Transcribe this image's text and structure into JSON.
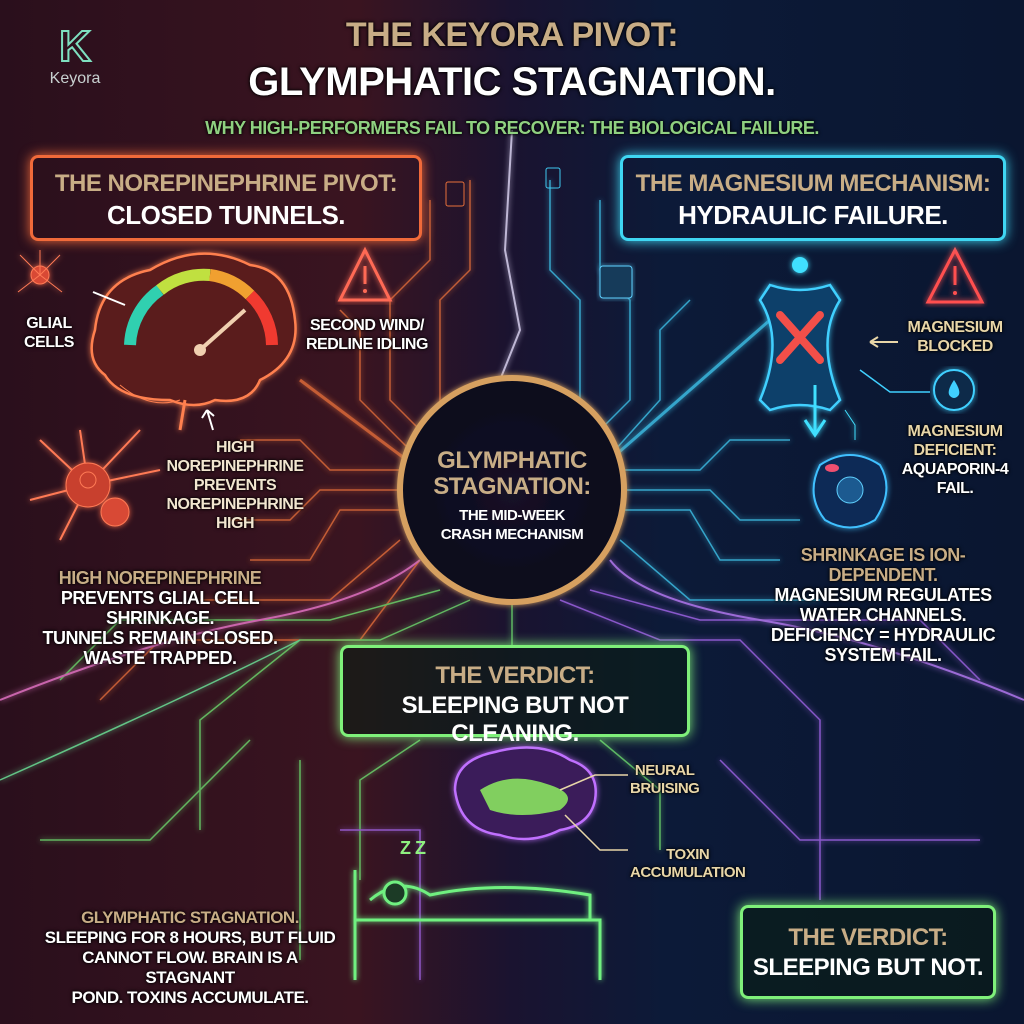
{
  "logo": {
    "mark": "K",
    "name": "Keyora"
  },
  "header": {
    "title_line1": "THE KEYORA PIVOT:",
    "title_line2": "GLYMPHATIC STAGNATION.",
    "subtitle": "WHY HIGH-PERFORMERS FAIL TO RECOVER: THE BIOLOGICAL FAILURE."
  },
  "left_panel": {
    "box_title": "THE NOREPINEPHRINE PIVOT:",
    "box_subtitle": "CLOSED TUNNELS.",
    "label_glial": [
      "GLIAL",
      "CELLS"
    ],
    "label_second_wind": [
      "SECOND WIND/",
      "REDLINE IDLING"
    ],
    "label_high": [
      "HIGH",
      "NOREPINEPHRINE",
      "PREVENTS",
      "NOREPINEPHRINE",
      "HIGH"
    ],
    "summary_title": "HIGH NOREPINEPHRINE",
    "summary_lines": [
      "PREVENTS GLIAL CELL SHRINKAGE.",
      "TUNNELS REMAIN CLOSED.",
      "WASTE TRAPPED."
    ]
  },
  "right_panel": {
    "box_title": "THE MAGNESIUM MECHANISM:",
    "box_subtitle": "HYDRAULIC FAILURE.",
    "label_blocked": [
      "MAGNESIUM",
      "BLOCKED"
    ],
    "label_deficient": [
      "MAGNESIUM",
      "DEFICIENT:",
      "AQUAPORIN-4",
      "FAIL."
    ],
    "summary_title": "SHRINKAGE IS ION-DEPENDENT.",
    "summary_lines": [
      "MAGNESIUM REGULATES",
      "WATER CHANNELS.",
      "DEFICIENCY = HYDRAULIC",
      "SYSTEM FAIL."
    ]
  },
  "center": {
    "title_lines": [
      "GLYMPHATIC",
      "STAGNATION:"
    ],
    "subtitle_lines": [
      "THE MID-WEEK",
      "CRASH MECHANISM"
    ]
  },
  "verdict": {
    "title": "THE VERDICT:",
    "subtitle": "SLEEPING BUT NOT CLEANING.",
    "label_bruising": [
      "NEURAL",
      "BRUISING"
    ],
    "label_toxin": [
      "TOXIN",
      "ACCUMULATION"
    ],
    "sleep_icon_text": "Z Z"
  },
  "bottom_left": {
    "title": "GLYMPHATIC STAGNATION.",
    "lines": [
      "SLEEPING FOR 8 HOURS, BUT FLUID",
      "CANNOT FLOW. BRAIN IS A STAGNANT",
      "POND. TOXINS ACCUMULATE."
    ]
  },
  "bottom_right": {
    "title": "THE VERDICT:",
    "subtitle": "SLEEPING BUT NOT."
  },
  "colors": {
    "orange": "#f06a3a",
    "cyan": "#3fd6f2",
    "green": "#7ff07a",
    "purple": "#b070f0",
    "beige": "#c8ad86",
    "red_x": "#f2504a"
  },
  "icons": [
    "warning-triangle-icon",
    "gauge-icon",
    "brain-icon",
    "neuron-icon",
    "aquaporin-channel-icon",
    "water-drop-icon",
    "cell-icon",
    "sleeping-person-icon",
    "chip-icon"
  ]
}
